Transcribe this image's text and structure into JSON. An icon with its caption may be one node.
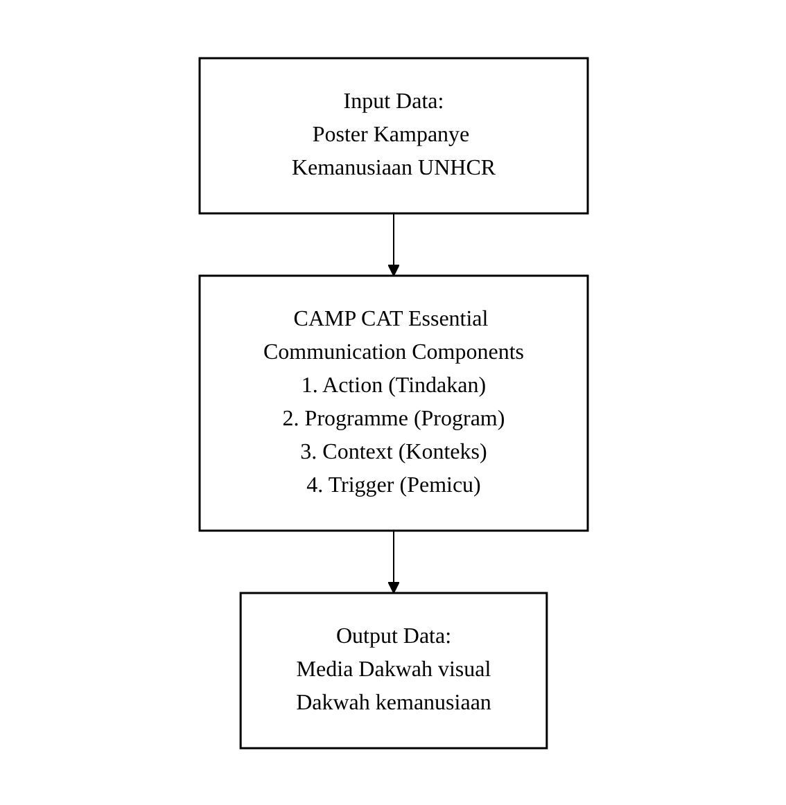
{
  "diagram": {
    "nodes": [
      {
        "text": [
          "Input Data:",
          "Poster Kampanye Kemanusiaan UNHCR"
        ]
      },
      {
        "text": [
          "CAMP CAT Essential Communication Components",
          "1. Action (Tindakan)",
          "2. Programme (Program)",
          "3. Context (Konteks)",
          "4. Trigger (Pemicu)"
        ]
      },
      {
        "text": [
          "Output Data:",
          "Media Dakwah visual",
          "Dakwah kemanusiaan"
        ]
      }
    ],
    "edges": [
      {
        "from": 0,
        "to": 1,
        "arrow": "to"
      },
      {
        "from": 1,
        "to": 2,
        "arrow": "to"
      }
    ]
  }
}
